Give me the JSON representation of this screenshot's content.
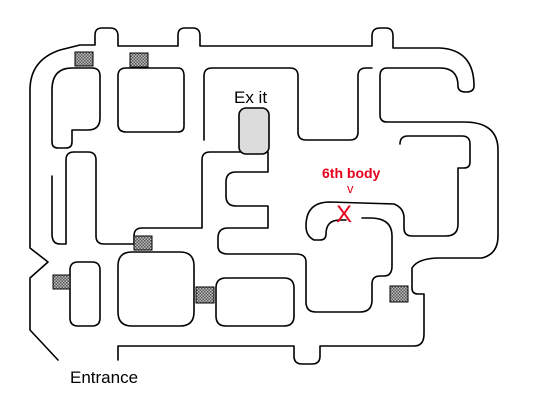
{
  "labels": {
    "exit": "Ex it",
    "entrance": "Entrance",
    "body_marker": "6th body",
    "body_arrow": "v",
    "body_cross": "X"
  },
  "colors": {
    "wall": "#000000",
    "background": "#ffffff",
    "marker": "#e8001c",
    "exit_box": "#dcdcdc",
    "gate_fill": "#8c8c8c"
  },
  "gates": [
    {
      "id": "gate-top-left-1"
    },
    {
      "id": "gate-top-left-2"
    },
    {
      "id": "gate-mid-left"
    },
    {
      "id": "gate-lower-left"
    },
    {
      "id": "gate-bottom-center"
    },
    {
      "id": "gate-bottom-right"
    }
  ]
}
